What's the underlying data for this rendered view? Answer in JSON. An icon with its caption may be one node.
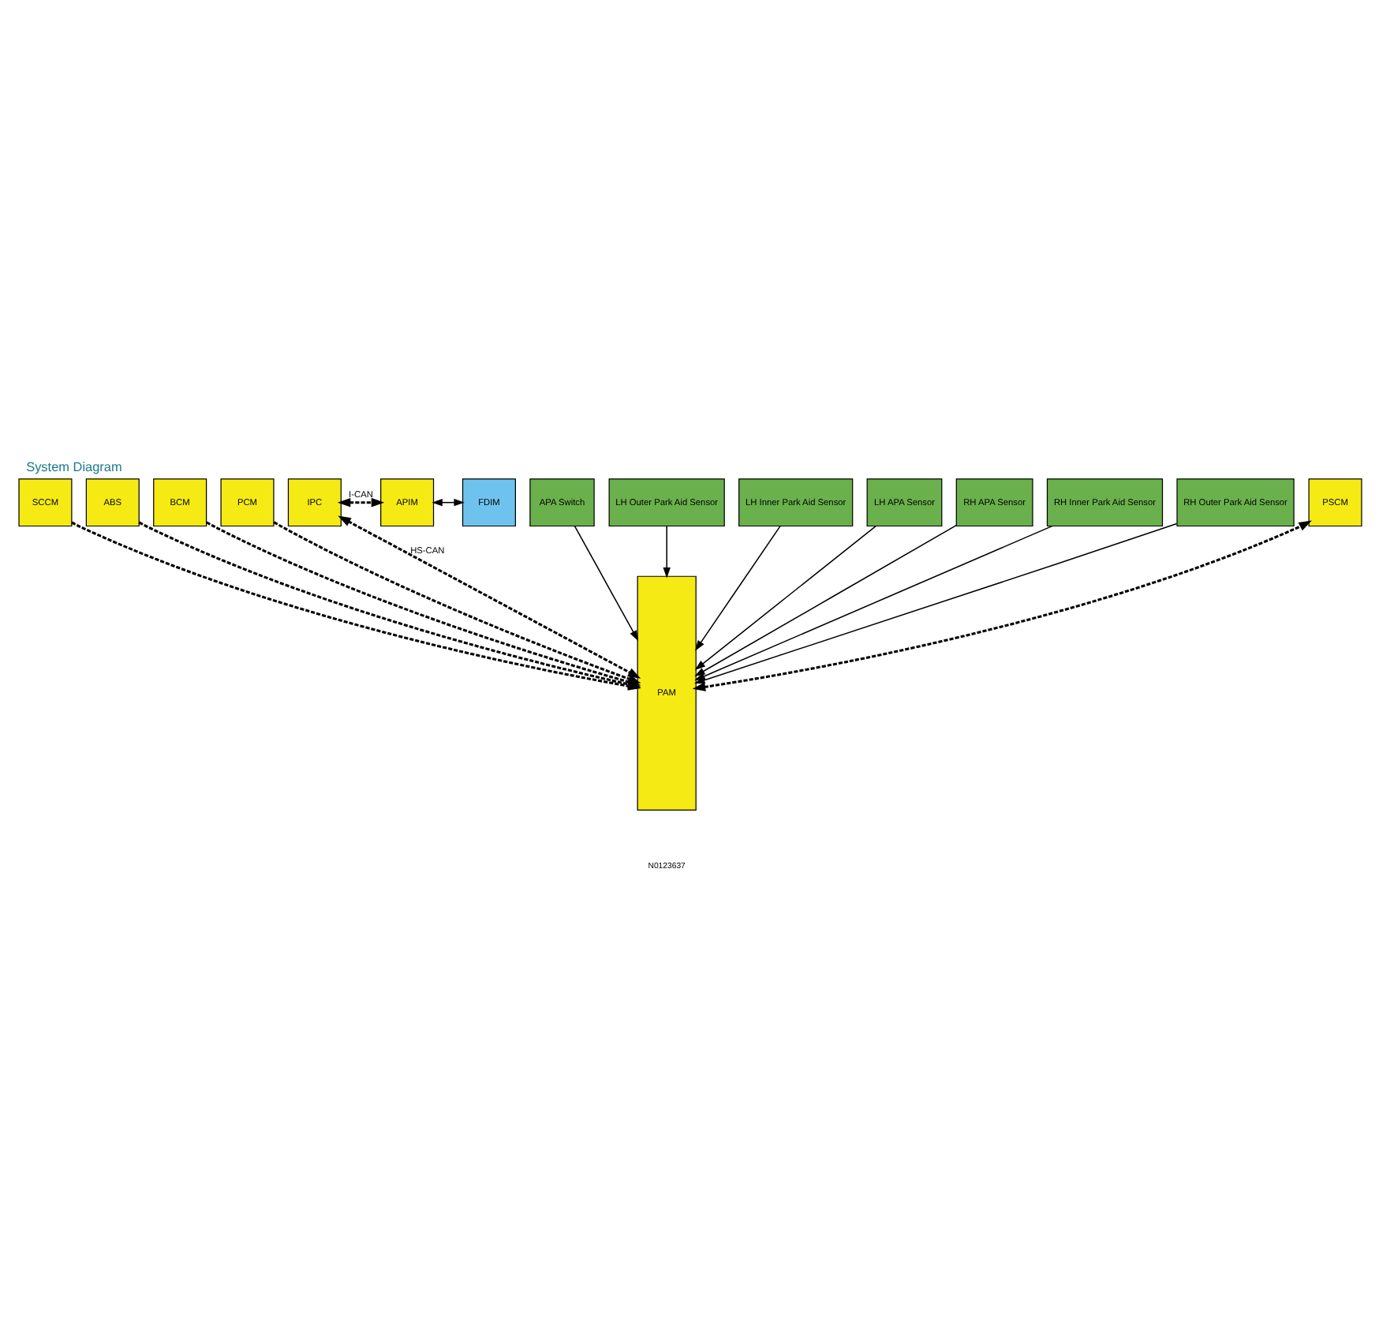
{
  "diagram": {
    "title": "System Diagram",
    "nodes": [
      {
        "text": [
          "SCCM"
        ]
      },
      {
        "text": [
          "PSCM"
        ]
      },
      {
        "text": [
          "ABS"
        ]
      },
      {
        "text": [
          "BCM"
        ]
      },
      {
        "text": [
          "PCM"
        ]
      },
      {
        "text": [
          "IPC"
        ]
      },
      {
        "text": [
          "APIM"
        ]
      },
      {
        "text": [
          "FDIM"
        ]
      },
      {
        "text": [
          "APA Switch"
        ]
      },
      {
        "text": [
          "LH Outer Park Aid Sensor"
        ]
      },
      {
        "text": [
          "LH Inner Park Aid Sensor"
        ]
      },
      {
        "text": [
          "LH APA Sensor"
        ]
      },
      {
        "text": [
          "RH APA Sensor"
        ]
      },
      {
        "text": [
          "RH Inner Park Aid Sensor"
        ]
      },
      {
        "text": [
          "RH Outer Park Aid Sensor"
        ]
      },
      {
        "text": [
          "PAM"
        ]
      }
    ],
    "edges": [
      {
        "from": 0,
        "to": 15,
        "arrow": "to",
        "style": "dashed"
      },
      {
        "from": 15,
        "to": 1,
        "arrow": "both",
        "style": "dashed"
      },
      {
        "from": 2,
        "to": 15,
        "arrow": "to",
        "style": "dashed"
      },
      {
        "from": 3,
        "to": 15,
        "arrow": "to",
        "style": "dashed"
      },
      {
        "from": 4,
        "to": 15,
        "arrow": "to",
        "style": "dashed"
      },
      {
        "from": 5,
        "to": 15,
        "arrow": "both",
        "style": "dashed",
        "label": "HS-CAN"
      },
      {
        "from": 5,
        "to": 6,
        "arrow": "both",
        "style": "dashed",
        "label": "I-CAN"
      },
      {
        "from": 6,
        "to": 7,
        "arrow": "both"
      },
      {
        "from": 8,
        "to": 15,
        "arrow": "to"
      },
      {
        "from": 9,
        "to": 15,
        "arrow": "to"
      },
      {
        "from": 10,
        "to": 15,
        "arrow": "to"
      },
      {
        "from": 11,
        "to": 15,
        "arrow": "to"
      },
      {
        "from": 12,
        "to": 15,
        "arrow": "to"
      },
      {
        "from": 13,
        "to": 15,
        "arrow": "to"
      },
      {
        "from": 14,
        "to": 15,
        "arrow": "to"
      }
    ],
    "labels": [
      "N0123637"
    ]
  }
}
